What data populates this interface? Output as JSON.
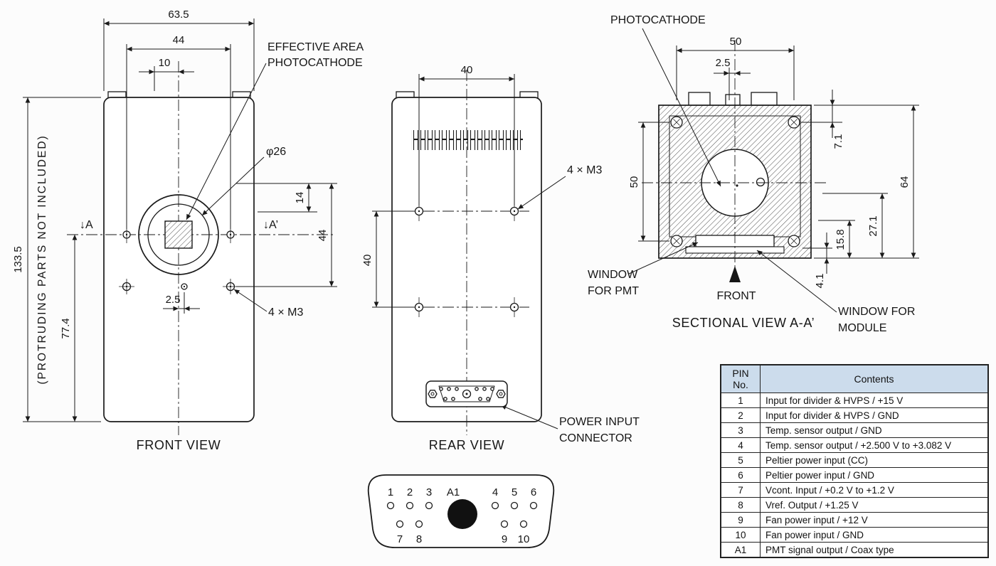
{
  "figure": {
    "front_view": {
      "title": "FRONT VIEW",
      "labels": {
        "effective_area_1": "EFFECTIVE AREA",
        "effective_area_2": "PHOTOCATHODE",
        "diameter": "φ26",
        "holes": "4 × M3",
        "section_left": "↓A",
        "section_right": "↓A’",
        "protruding_note": "(PROTRUDING PARTS NOT INCLUDED)"
      },
      "dims": {
        "overall_width": "63.5",
        "hole_pitch_horizontal": "44",
        "offset_top": "10",
        "overall_height": "133.5",
        "center_to_bottom": "77.4",
        "offset_side": "14",
        "hole_pitch_vertical": "44",
        "offset_bottom": "2.5"
      }
    },
    "rear_view": {
      "title": "REAR VIEW",
      "labels": {
        "holes": "4 × M3",
        "power_connector_1": "POWER INPUT",
        "power_connector_2": "CONNECTOR"
      },
      "dims": {
        "hole_pitch_horizontal": "40",
        "hole_pitch_vertical": "40"
      }
    },
    "sectional_view": {
      "title": "SECTIONAL VIEW A-A’",
      "labels": {
        "photocathode": "PHOTOCATHODE",
        "front": "FRONT",
        "window_pmt_1": "WINDOW",
        "window_pmt_2": "FOR PMT",
        "window_module_1": "WINDOW FOR",
        "window_module_2": "MODULE"
      },
      "dims": {
        "screw_pitch_horizontal": "50",
        "offset_top": "2.5",
        "top_inset": "7.1",
        "screw_pitch_vertical": "50",
        "overall_height": "64",
        "mid_depth": "27.1",
        "window_depth": "15.8",
        "window_thickness": "4.1"
      }
    },
    "connector_pinout": {
      "top_labels": [
        "1",
        "2",
        "3",
        "A1",
        "4",
        "5",
        "6"
      ],
      "bottom_labels": [
        "7",
        "8",
        "9",
        "10"
      ]
    }
  },
  "pin_table": {
    "headers": [
      "PIN No.",
      "Contents"
    ],
    "rows": [
      {
        "pin": "1",
        "contents": "Input for divider & HVPS / +15 V"
      },
      {
        "pin": "2",
        "contents": "Input for divider & HVPS / GND"
      },
      {
        "pin": "3",
        "contents": "Temp. sensor output / GND"
      },
      {
        "pin": "4",
        "contents": "Temp. sensor output / +2.500 V to +3.082 V"
      },
      {
        "pin": "5",
        "contents": "Peltier power input (CC)"
      },
      {
        "pin": "6",
        "contents": "Peltier power input / GND"
      },
      {
        "pin": "7",
        "contents": "Vcont. Input / +0.2 V to +1.2 V"
      },
      {
        "pin": "8",
        "contents": "Vref. Output / +1.25 V"
      },
      {
        "pin": "9",
        "contents": "Fan power input / +12 V"
      },
      {
        "pin": "10",
        "contents": "Fan power input / GND"
      },
      {
        "pin": "A1",
        "contents": "PMT signal output / Coax type"
      }
    ]
  },
  "colors": {
    "line": "#1a1a1a",
    "table_header_bg": "#ccdcec",
    "coax_pin_fill": "#111111"
  }
}
